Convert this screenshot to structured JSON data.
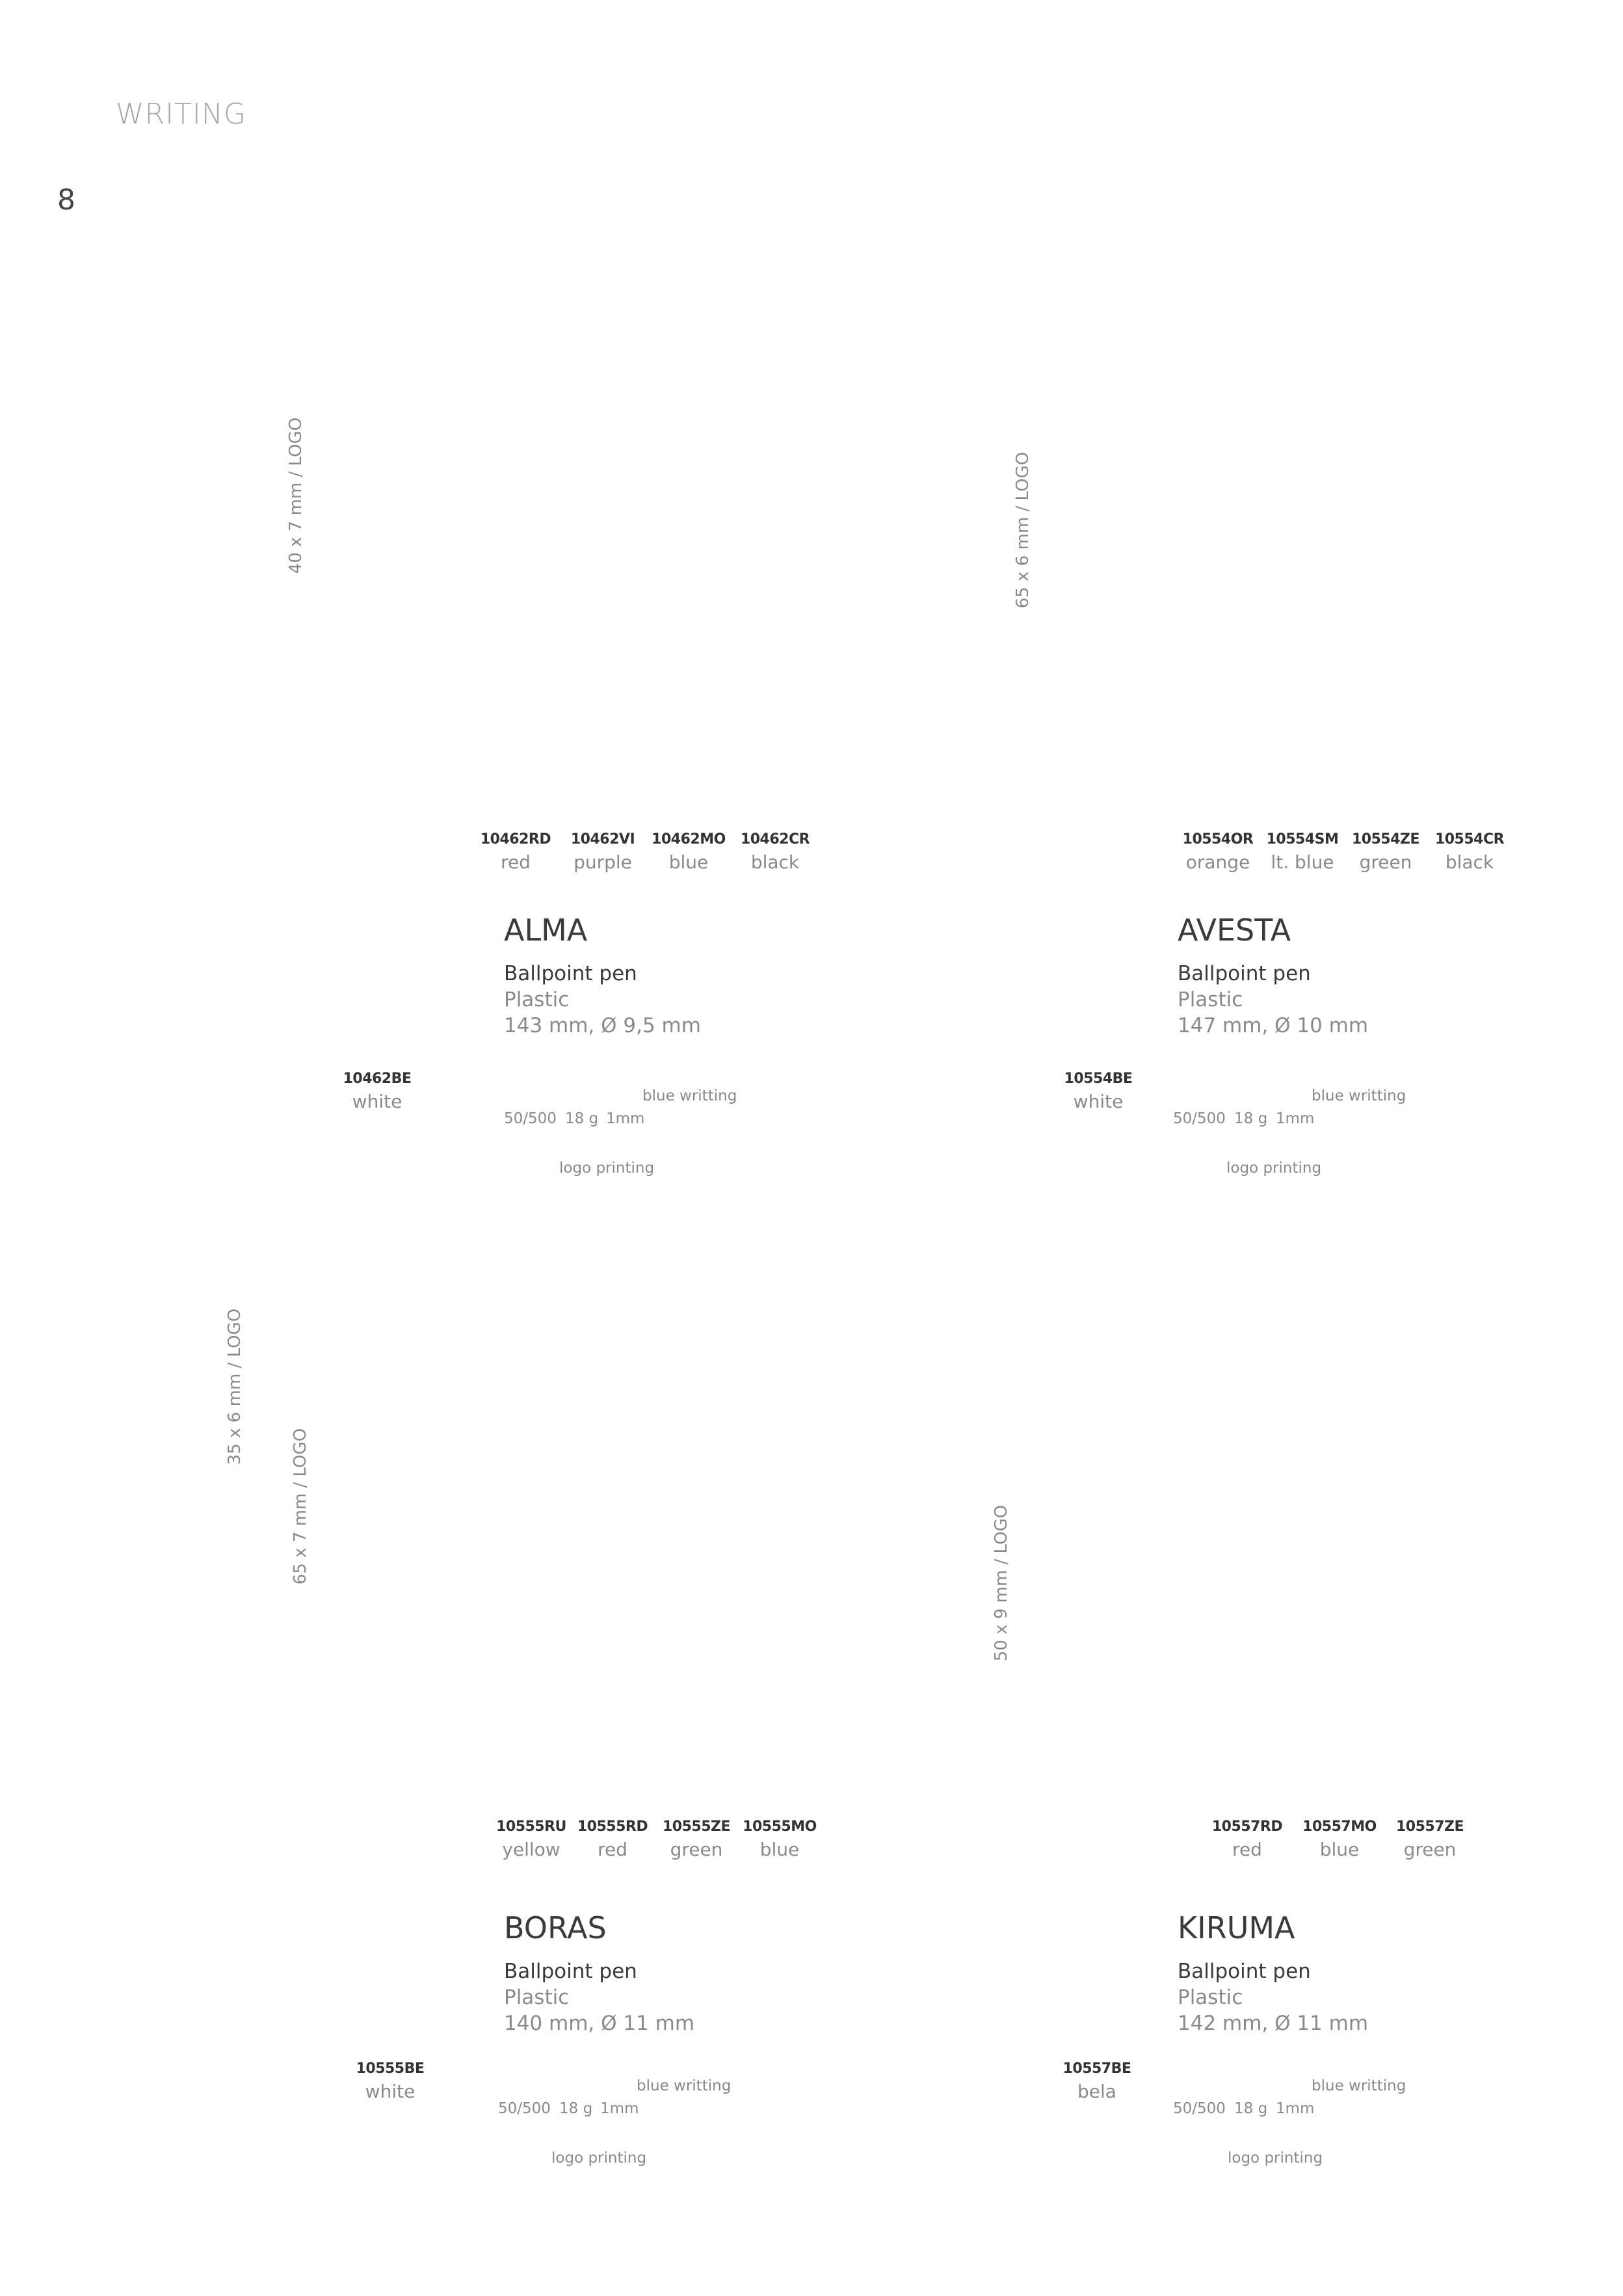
{
  "header": {
    "section_title": "WRITING",
    "page_number": "8"
  },
  "products": [
    {
      "print_area": "40 x 7 mm  /  LOGO",
      "variants": [
        {
          "code": "10462RD",
          "color": "red"
        },
        {
          "code": "10462VI",
          "color": "purple"
        },
        {
          "code": "10462MO",
          "color": "blue"
        },
        {
          "code": "10462CR",
          "color": "black"
        }
      ],
      "extra_variant": {
        "code": "10462BE",
        "color": "white"
      },
      "name": "ALMA",
      "type": "Ballpoint pen",
      "material": "Plastic",
      "dimensions": "143 mm, Ø 9,5 mm",
      "ink": "blue writting",
      "packaging": "50/500",
      "weight": "18 g",
      "tip": "1mm",
      "branding": "logo printing"
    },
    {
      "print_area": "65 x 6 mm  /  LOGO",
      "variants": [
        {
          "code": "10554OR",
          "color": "orange"
        },
        {
          "code": "10554SM",
          "color": "lt. blue"
        },
        {
          "code": "10554ZE",
          "color": "green"
        },
        {
          "code": "10554CR",
          "color": "black"
        }
      ],
      "extra_variant": {
        "code": "10554BE",
        "color": "white"
      },
      "name": "AVESTA",
      "type": "Ballpoint pen",
      "material": "Plastic",
      "dimensions": "147 mm, Ø 10 mm",
      "ink": "blue writting",
      "packaging": "50/500",
      "weight": "18 g",
      "tip": "1mm",
      "branding": "logo printing"
    },
    {
      "print_area": "35 x 6 mm  /  LOGO",
      "print_area_2": "65 x 7 mm  /  LOGO",
      "variants": [
        {
          "code": "10555RU",
          "color": "yellow"
        },
        {
          "code": "10555RD",
          "color": "red"
        },
        {
          "code": "10555ZE",
          "color": "green"
        },
        {
          "code": "10555MO",
          "color": "blue"
        }
      ],
      "extra_variant": {
        "code": "10555BE",
        "color": "white"
      },
      "name": "BORAS",
      "type": "Ballpoint pen",
      "material": "Plastic",
      "dimensions": "140 mm, Ø 11 mm",
      "ink": "blue writting",
      "packaging": "50/500",
      "weight": "18 g",
      "tip": "1mm",
      "branding": "logo printing"
    },
    {
      "print_area": "50 x 9 mm  /  LOGO",
      "variants": [
        {
          "code": "10557RD",
          "color": "red"
        },
        {
          "code": "10557MO",
          "color": "blue"
        },
        {
          "code": "10557ZE",
          "color": "green"
        }
      ],
      "extra_variant": {
        "code": "10557BE",
        "color": "bela"
      },
      "name": "KIRUMA",
      "type": "Ballpoint pen",
      "material": "Plastic",
      "dimensions": "142 mm, Ø 11 mm",
      "ink": "blue writting",
      "packaging": "50/500",
      "weight": "18 g",
      "tip": "1mm",
      "branding": "logo printing"
    }
  ]
}
